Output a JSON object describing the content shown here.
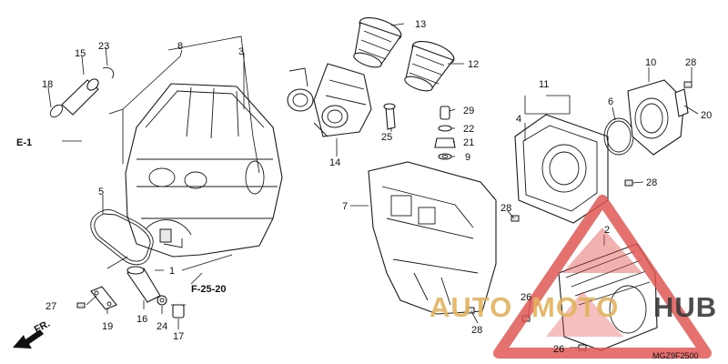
{
  "diagram": {
    "drawing_code": "MGZ9F2500",
    "ref_labels": {
      "e1": "E-1",
      "f2520": "F-25-20",
      "fr": "FR."
    },
    "part_numbers": [
      "1",
      "2",
      "3",
      "4",
      "5",
      "6",
      "7",
      "8",
      "9",
      "10",
      "11",
      "12",
      "13",
      "14",
      "15",
      "16",
      "17",
      "18",
      "19",
      "20",
      "21",
      "22",
      "23",
      "24",
      "25",
      "26",
      "27",
      "28",
      "29"
    ],
    "watermark": {
      "auto": "AUTO",
      "moto": "MOTO",
      "hub": "HUB"
    },
    "colors": {
      "line": "#111111",
      "watermark_red": "#e0524f",
      "watermark_gold": "#e3b35d",
      "watermark_gray": "#3a3a3a"
    }
  }
}
